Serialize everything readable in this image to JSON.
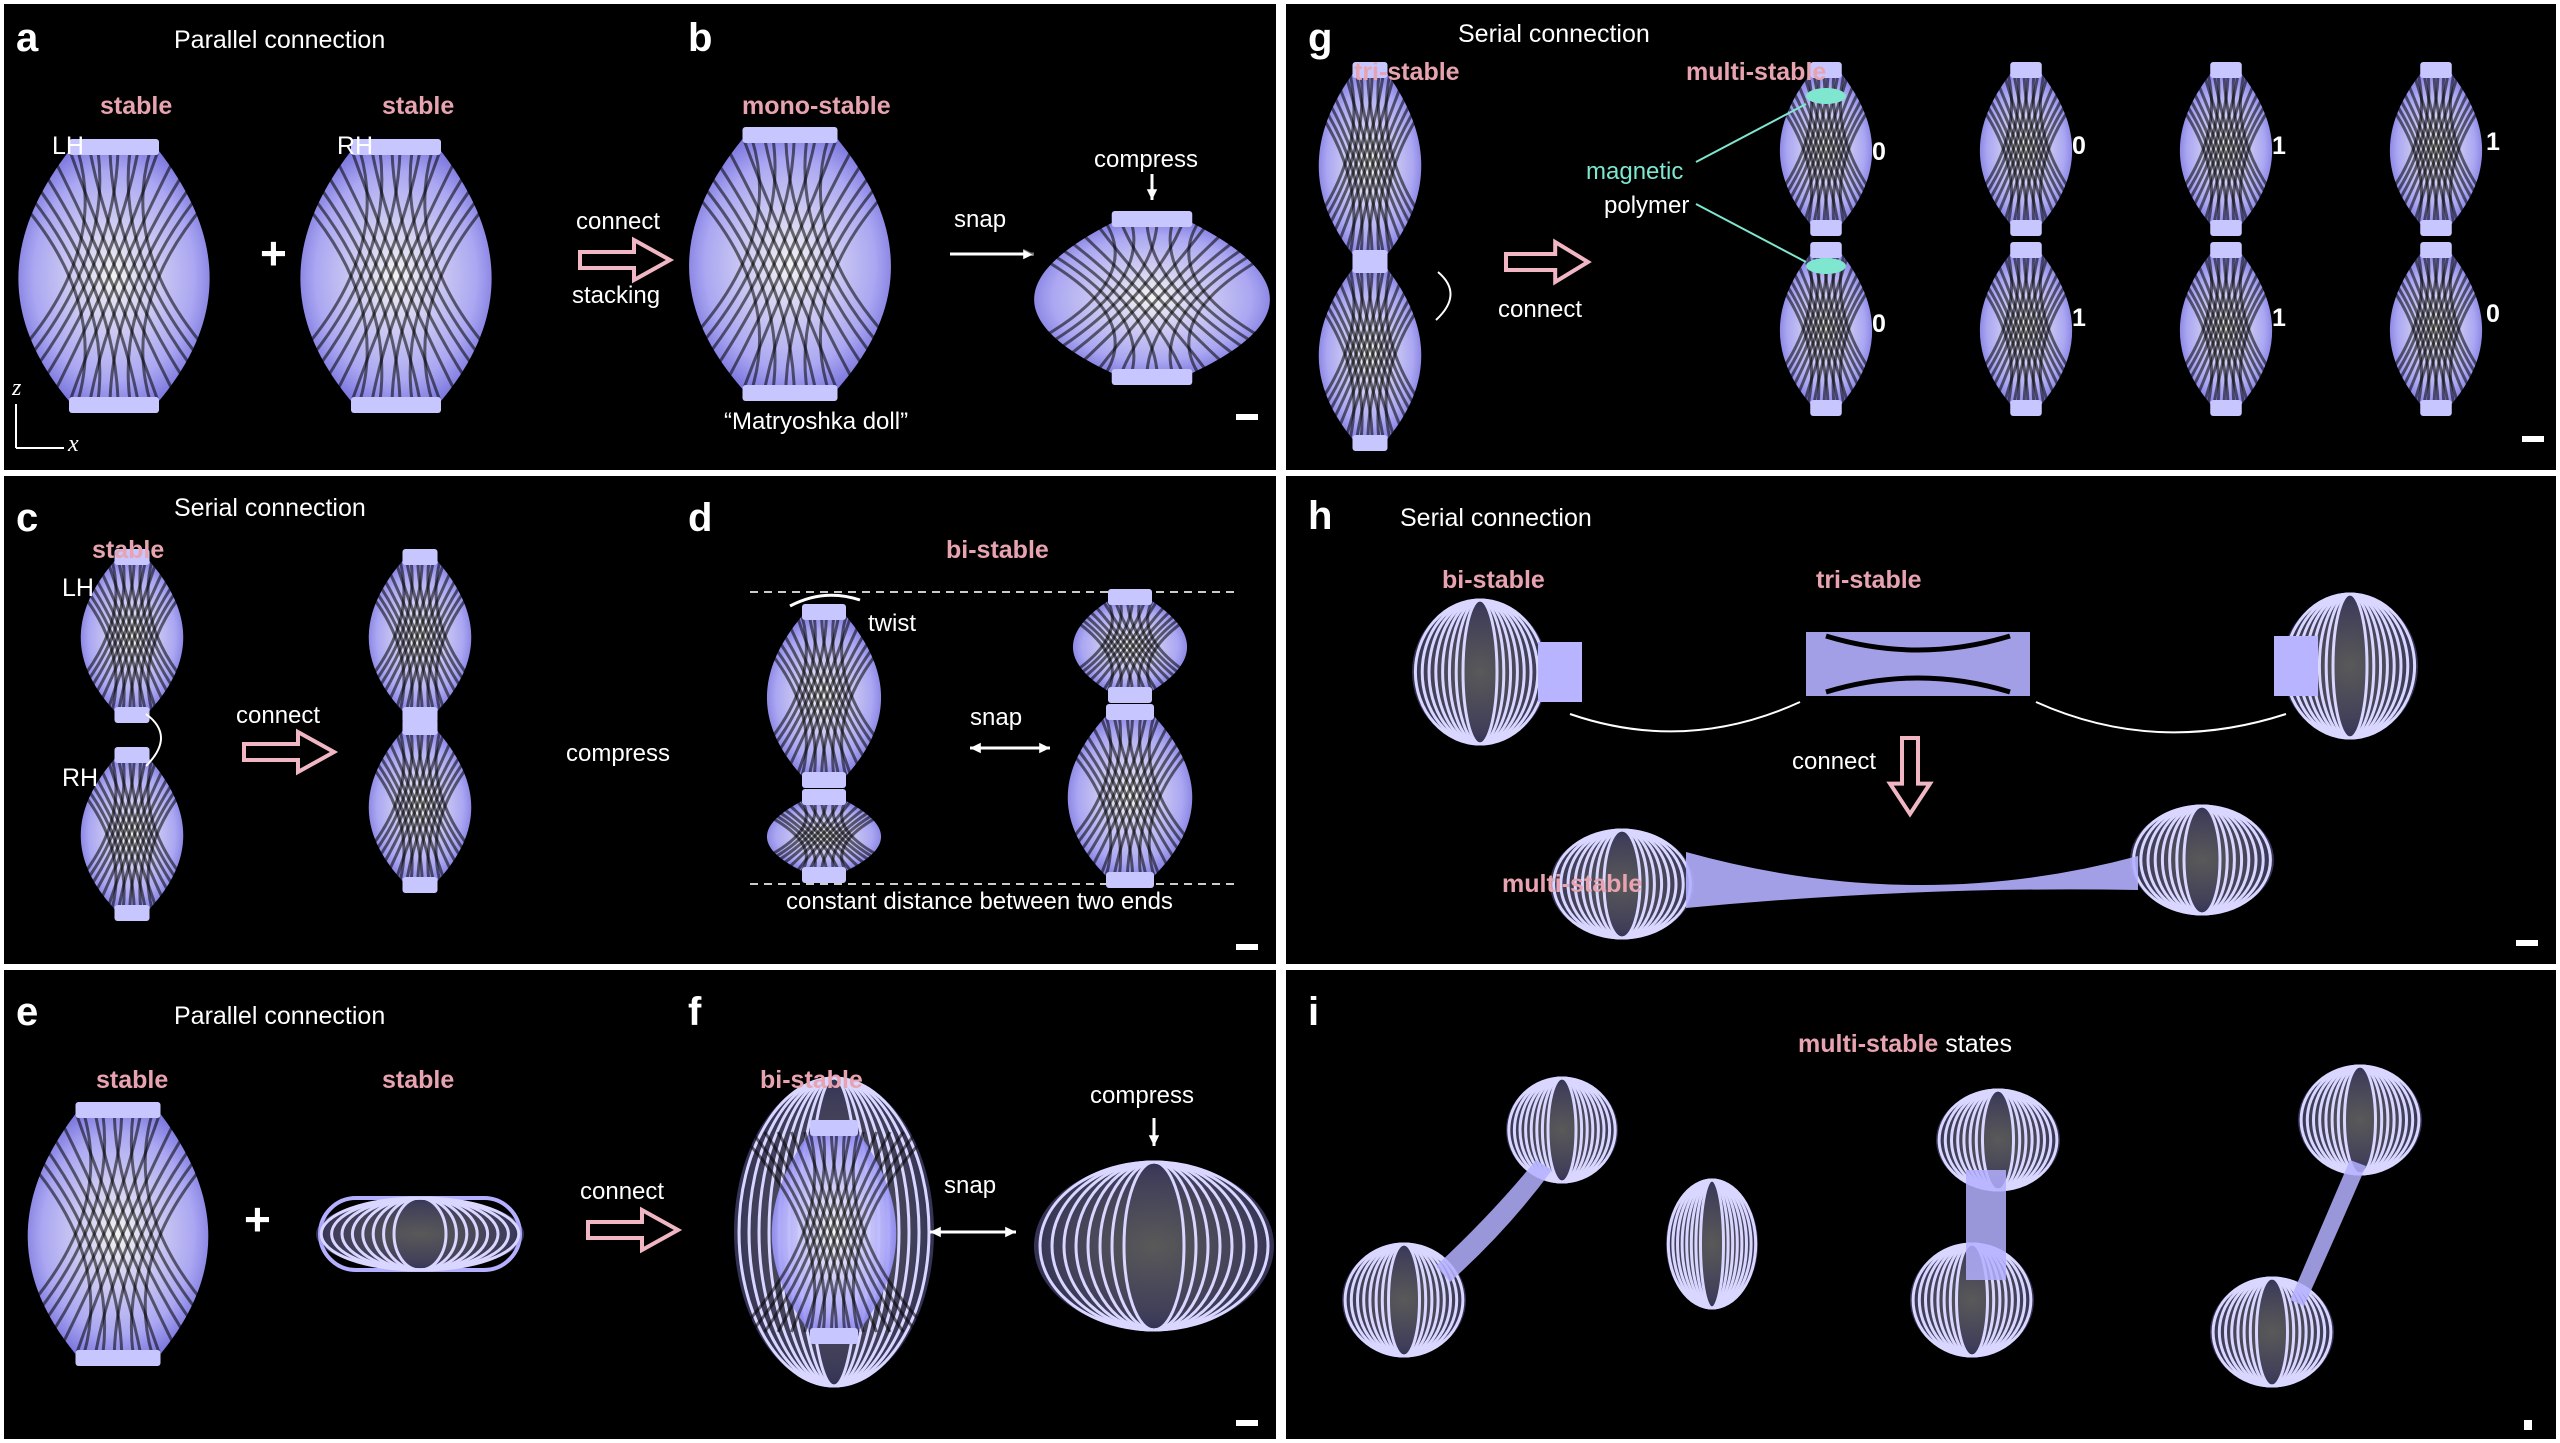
{
  "colors": {
    "background": "#000000",
    "label_pink": "#e8a3b0",
    "structure": "#b4b0ff",
    "accent_cyan": "#7fe6cf",
    "arrow_pink": "#f0b6c4"
  },
  "panel_a": {
    "letter": "a",
    "title": "Parallel connection",
    "label_left": "stable",
    "label_right": "stable",
    "lh": "LH",
    "rh": "RH",
    "plus": "+",
    "axis_z": "z",
    "axis_x": "x",
    "arrow_top": "connect",
    "arrow_bottom": "stacking"
  },
  "panel_b": {
    "letter": "b",
    "label": "mono-stable",
    "caption": "“Matryoshka doll”",
    "snap": "snap",
    "compress": "compress"
  },
  "panel_c": {
    "letter": "c",
    "title": "Serial connection",
    "label": "stable",
    "lh": "LH",
    "rh": "RH",
    "connect": "connect",
    "compress": "compress"
  },
  "panel_d": {
    "letter": "d",
    "label": "bi-stable",
    "twist": "twist",
    "snap": "snap",
    "constant": "constant distance between two ends"
  },
  "panel_e": {
    "letter": "e",
    "title": "Parallel connection",
    "label_left": "stable",
    "label_right": "stable",
    "plus": "+",
    "connect": "connect"
  },
  "panel_f": {
    "letter": "f",
    "label": "bi-stable",
    "snap": "snap",
    "compress": "compress"
  },
  "panel_g": {
    "letter": "g",
    "title": "Serial connection",
    "label_left": "tri-stable",
    "label_right": "multi-stable",
    "connect": "connect",
    "magnetic": "magnetic",
    "polymer": "polymer",
    "states_top": [
      "0",
      "0",
      "1",
      "1"
    ],
    "states_bottom": [
      "0",
      "1",
      "1",
      "0"
    ]
  },
  "panel_h": {
    "letter": "h",
    "title": "Serial connection",
    "label_left": "bi-stable",
    "label_mid": "tri-stable",
    "label_bottom": "multi-stable",
    "connect": "connect"
  },
  "panel_i": {
    "letter": "i",
    "title_pink": "multi-stable",
    "title_rest": " states"
  }
}
